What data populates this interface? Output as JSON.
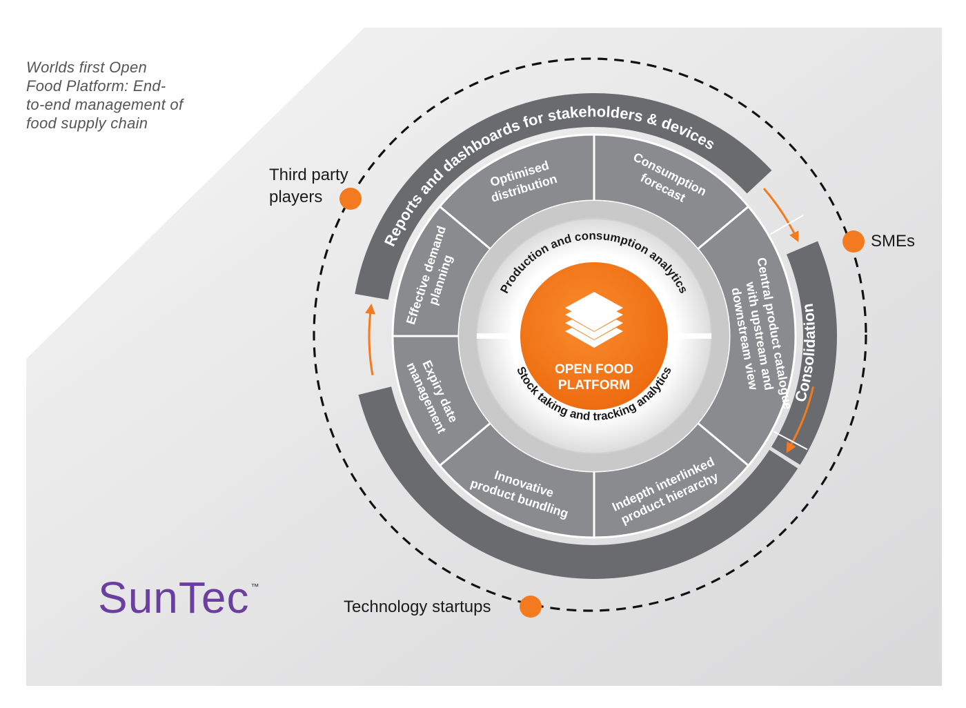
{
  "tagline": {
    "lines": [
      "Worlds first Open",
      "Food Platform: End-",
      "to-end management of",
      "food supply chain"
    ]
  },
  "external_players": {
    "third_party": {
      "line1": "Third party",
      "line2": "players"
    },
    "smes": "SMEs",
    "tech_startups": "Technology startups"
  },
  "outer_arcs": {
    "reports": "Reports and dashboards for stakeholders & devices",
    "consolidation": "Consolidation"
  },
  "segments": {
    "optimised_distribution": [
      "Optimised",
      "distribution"
    ],
    "consumption_forecast": [
      "Consumption",
      "forecast"
    ],
    "central_catalogue": [
      "Central product catalogue",
      "with upstream and",
      "downstream view"
    ],
    "indepth_hierarchy": [
      "Indepth interlinked",
      "product hierarchy"
    ],
    "innovative_bundling": [
      "Innovative",
      "product bundling"
    ],
    "expiry_management": [
      "Expiry date",
      "management"
    ],
    "demand_planning": [
      "Effective demand",
      "planning"
    ]
  },
  "inner_ring": {
    "top": "Production and  consumption analytics",
    "bottom": "Stock taking and tracking analytics"
  },
  "core": {
    "line1": "OPEN FOOD",
    "line2": "PLATFORM"
  },
  "logo": {
    "name": "SunTec",
    "tm": "™"
  },
  "colors": {
    "accent_orange": "#f47a20",
    "segment_gray": "#8a8b8e",
    "band_dark": "#6a6b6e",
    "ring_light": "#e4e4e4",
    "logo_purple": "#6b3fa0"
  }
}
